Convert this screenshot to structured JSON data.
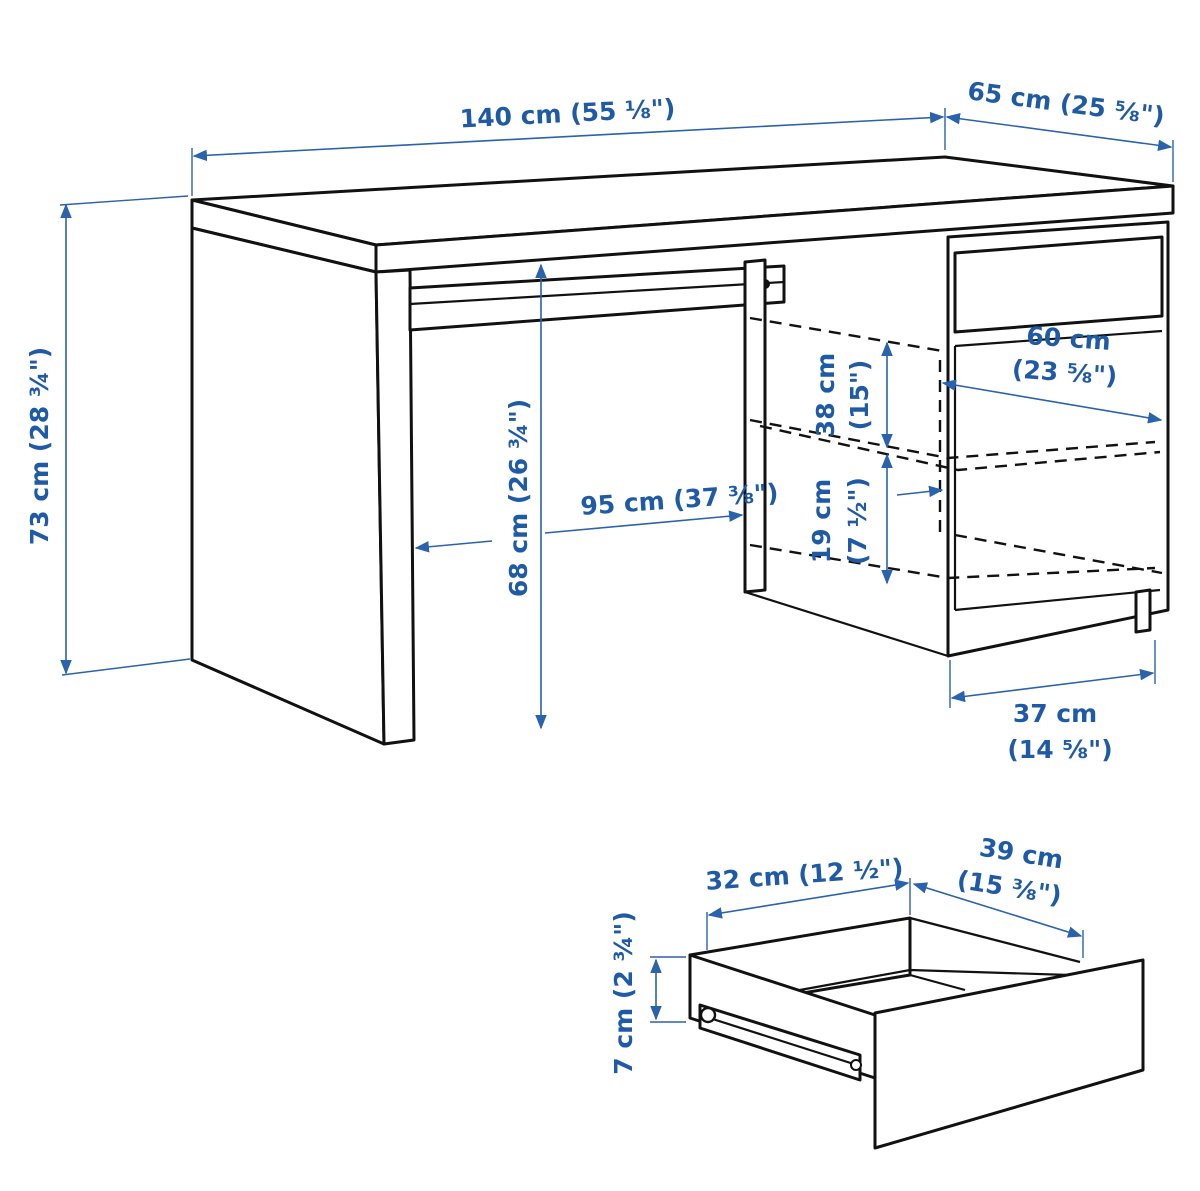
{
  "diagram": {
    "desk_width": "140 cm (55 ⅛\")",
    "desk_depth": "65 cm (25 ⅝\")",
    "desk_height": "73 cm (28 ¾\")",
    "knee_height": "68 cm (26 ¾\")",
    "knee_width": "95 cm (37 ⅜\")",
    "shelf_depth_cm": "60 cm",
    "shelf_depth_in": "(23 ⅝\")",
    "shelf_upper_height_cm": "38 cm",
    "shelf_upper_height_in": "(15\")",
    "shelf_lower_height_cm": "19 cm",
    "shelf_lower_height_in": "(7 ½\")",
    "cabinet_width_cm": "37 cm",
    "cabinet_width_in": "(14 ⅝\")",
    "drawer_width": "32 cm (12 ½\")",
    "drawer_depth_cm": "39 cm",
    "drawer_depth_in": "(15 ⅜\")",
    "drawer_height": "7 cm (2 ¾\")"
  }
}
